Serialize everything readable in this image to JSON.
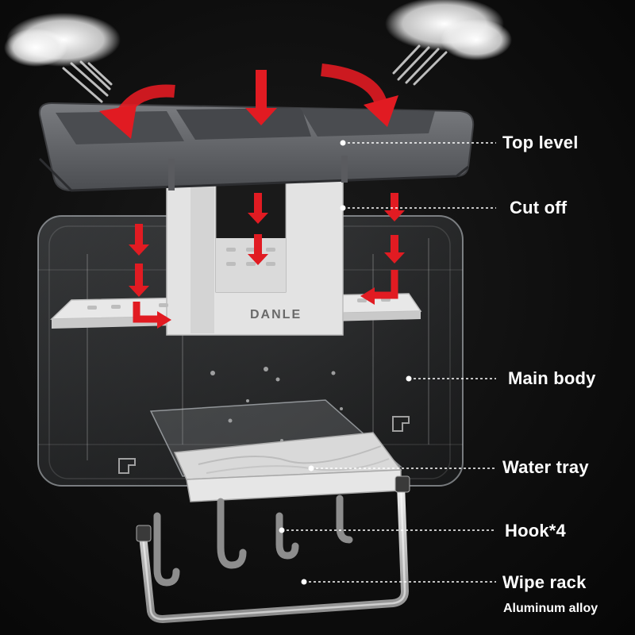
{
  "brand": "DANLE",
  "callouts": {
    "top_level": "Top level",
    "cut_off": "Cut off",
    "main_body": "Main body",
    "water_tray": "Water tray",
    "hooks": "Hook*4",
    "wipe_rack": "Wipe rack",
    "wipe_rack_material": "Aluminum alloy"
  },
  "colors": {
    "background": "#0b0b0b",
    "arrow": "#e11b22",
    "top_shelf": "#5f6166",
    "insert": "#e7e7e7",
    "label": "#ffffff"
  }
}
